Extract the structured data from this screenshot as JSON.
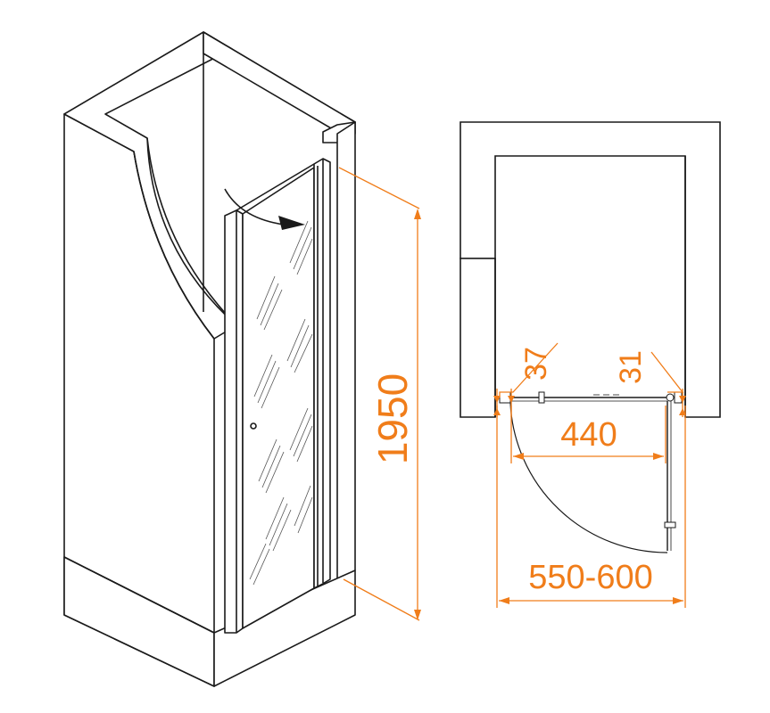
{
  "dimensions": {
    "height": "1950",
    "door_width": "440",
    "left_offset": "37",
    "right_offset": "31",
    "opening_range": "550-600"
  },
  "colors": {
    "line": "#1a1a1a",
    "dimension": "#f07d1a",
    "background": "#ffffff"
  },
  "icons": {
    "swing_arrow": "curved-arrow-icon",
    "door_handle": "round-knob-icon"
  }
}
